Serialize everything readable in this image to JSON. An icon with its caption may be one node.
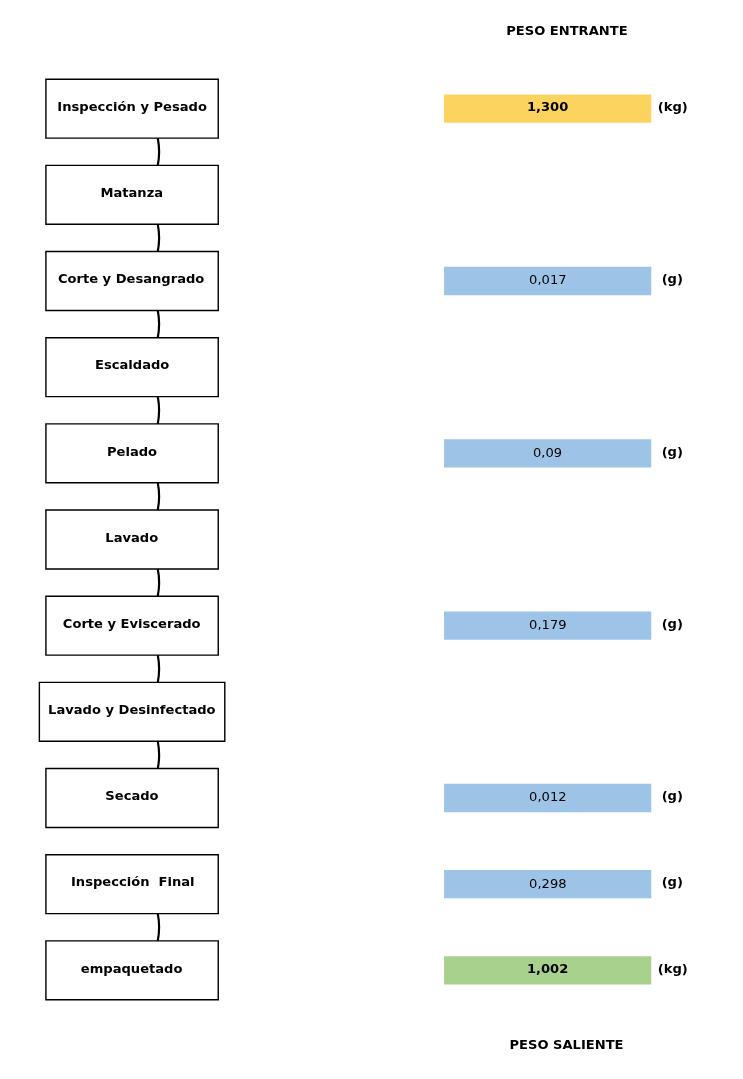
{
  "diagram": {
    "nodes": [
      {
        "text": [
          "Inspección y Pesado"
        ]
      },
      {
        "text": [
          "Matanza"
        ]
      },
      {
        "text": [
          "Corte y Desangrado"
        ]
      },
      {
        "text": [
          "Escaldado"
        ]
      },
      {
        "text": [
          "Pelado"
        ]
      },
      {
        "text": [
          "Lavado"
        ]
      },
      {
        "text": [
          "Corte y Eviscerado"
        ]
      },
      {
        "text": [
          "Lavado y Desinfectado"
        ]
      },
      {
        "text": [
          "Secado"
        ]
      },
      {
        "text": [
          "Inspección  Final"
        ]
      },
      {
        "text": [
          "empaquetado"
        ]
      },
      {
        "text": [
          "1,300"
        ],
        "beside": [
          "(kg)"
        ]
      },
      {
        "text": [
          "0,017"
        ],
        "beside": [
          "(g)"
        ]
      },
      {
        "text": [
          "0,09"
        ],
        "beside": [
          "(g)"
        ]
      },
      {
        "text": [
          "0,179"
        ],
        "beside": [
          "(g)"
        ]
      },
      {
        "text": [
          "0,012"
        ],
        "beside": [
          "(g)"
        ]
      },
      {
        "text": [
          "0,298"
        ],
        "beside": [
          "(g)"
        ]
      },
      {
        "text": [
          "1,002"
        ],
        "beside": [
          "(kg)"
        ]
      }
    ],
    "edges": [
      {
        "from": 0,
        "to": 1,
        "arrow": "none"
      },
      {
        "from": 1,
        "to": 2,
        "arrow": "none"
      },
      {
        "from": 2,
        "to": 3,
        "arrow": "none"
      },
      {
        "from": 3,
        "to": 4,
        "arrow": "none"
      },
      {
        "from": 4,
        "to": 5,
        "arrow": "none"
      },
      {
        "from": 5,
        "to": 6,
        "arrow": "none"
      },
      {
        "from": 6,
        "to": 7,
        "arrow": "none"
      },
      {
        "from": 7,
        "to": 8,
        "arrow": "none"
      },
      {
        "from": 9,
        "to": 10,
        "arrow": "none"
      }
    ],
    "labels": [
      "PESO ENTRANTE",
      "PESO SALIENTE"
    ]
  }
}
